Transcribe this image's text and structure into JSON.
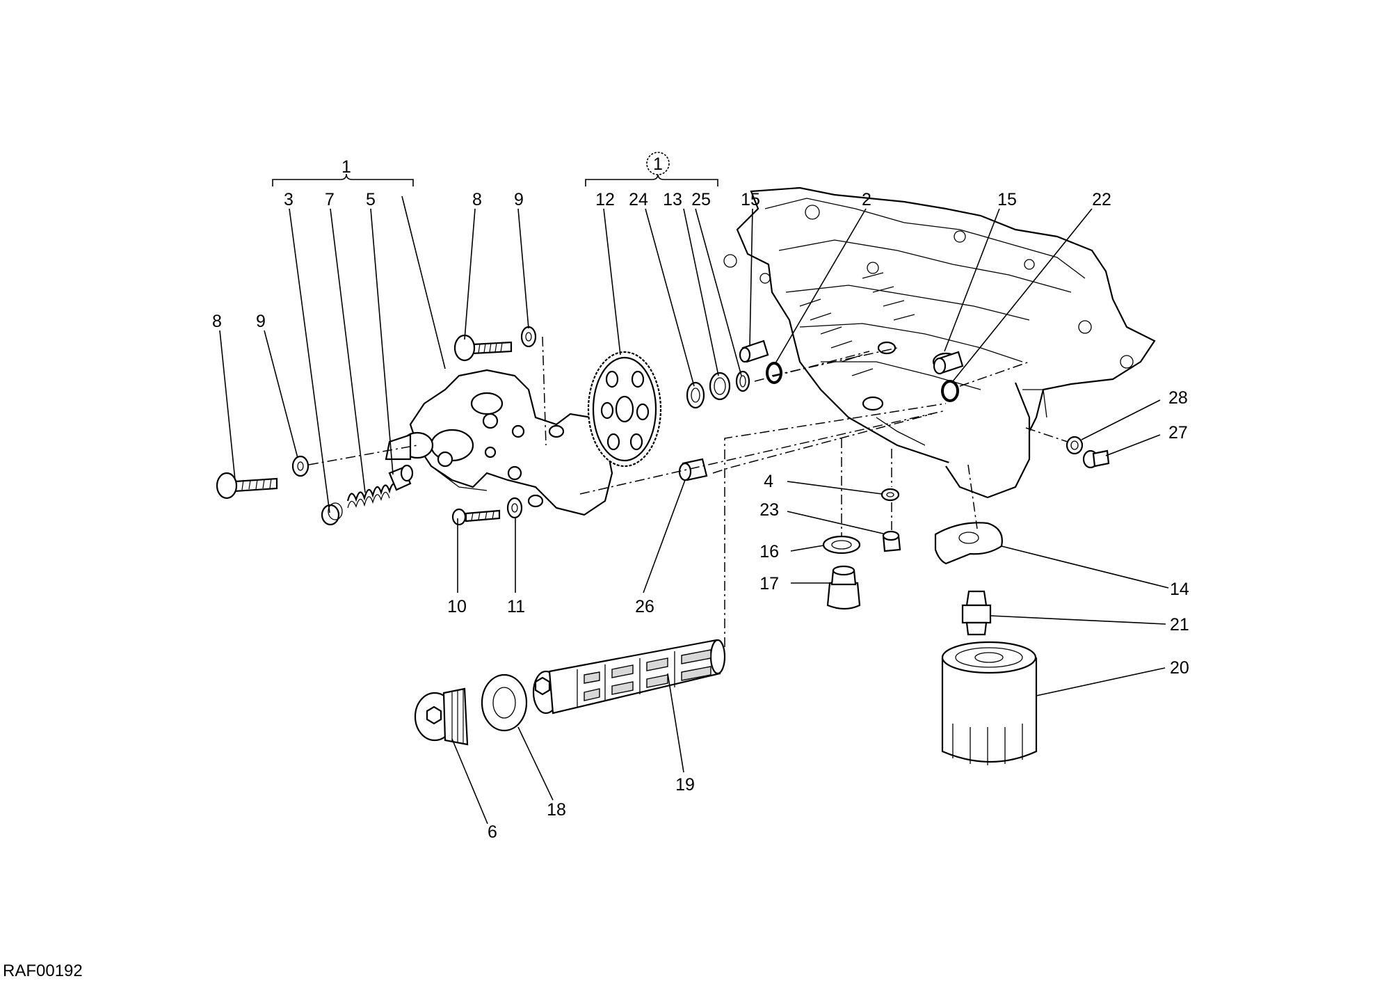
{
  "diagram_code": "RAF00192",
  "callouts": {
    "c1_group": "1",
    "c1_circled": "1",
    "c2": "2",
    "c3": "3",
    "c4": "4",
    "c5": "5",
    "c6": "6",
    "c7": "7",
    "c8_top": "8",
    "c8_left": "8",
    "c9_top": "9",
    "c9_left": "9",
    "c10": "10",
    "c11": "11",
    "c12": "12",
    "c13": "13",
    "c14": "14",
    "c15_a": "15",
    "c15_b": "15",
    "c16": "16",
    "c17": "17",
    "c18": "18",
    "c19": "19",
    "c20": "20",
    "c21": "21",
    "c22": "22",
    "c23": "23",
    "c24": "24",
    "c25": "25",
    "c26": "26",
    "c27": "27",
    "c28": "28"
  }
}
